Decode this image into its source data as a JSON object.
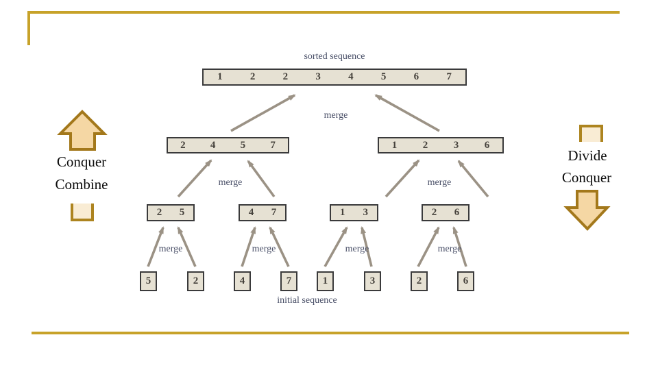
{
  "slide": {
    "frame_color": "#c7a229",
    "left_side": {
      "arrow_direction": "up",
      "label_top": "Conquer",
      "label_bottom": "Combine"
    },
    "right_side": {
      "arrow_direction": "down",
      "label_top": "Divide",
      "label_bottom": "Conquer"
    }
  },
  "diagram": {
    "title_top": "sorted sequence",
    "title_bottom": "initial sequence",
    "merge_label": "merge",
    "sorted_values": [
      "1",
      "2",
      "2",
      "3",
      "4",
      "5",
      "6",
      "7"
    ],
    "level2": {
      "left": [
        "2",
        "4",
        "5",
        "7"
      ],
      "right": [
        "1",
        "2",
        "3",
        "6"
      ]
    },
    "level3": {
      "box1": [
        "2",
        "5"
      ],
      "box2": [
        "4",
        "7"
      ],
      "box3": [
        "1",
        "3"
      ],
      "box4": [
        "2",
        "6"
      ]
    },
    "initial_values": [
      "5",
      "2",
      "4",
      "7",
      "1",
      "3",
      "2",
      "6"
    ],
    "colors": {
      "box_fill": "#e6e1d3",
      "box_border": "#3a3a3b",
      "merge_arrow": "#9b9285",
      "label_text": "#4a5068",
      "number_text": "#46423c",
      "big_arrow_fill": "#f5d7a4",
      "big_arrow_stroke": "#a3781b",
      "frame_gold": "#c7a229"
    }
  }
}
